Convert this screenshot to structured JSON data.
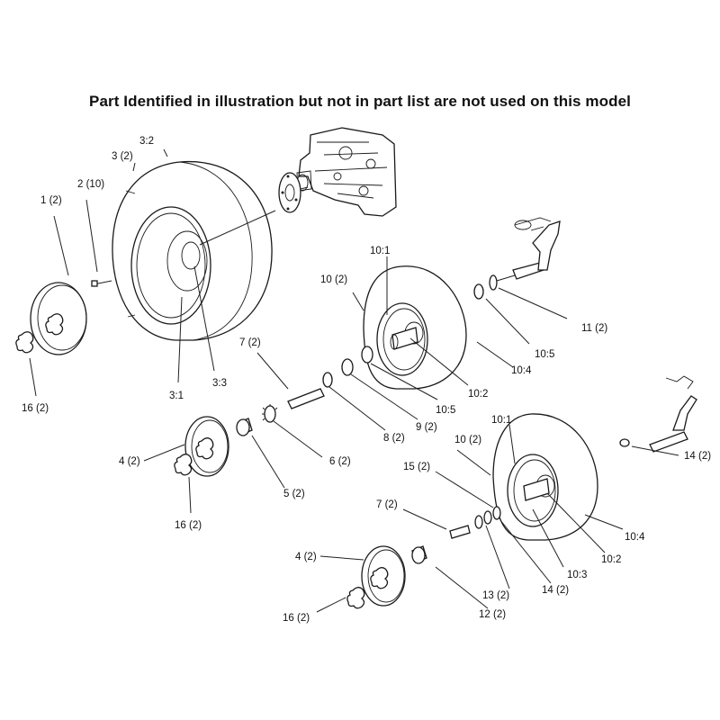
{
  "title": "Part Identified in illustration but not in part list are not used on this model",
  "callouts": [
    {
      "id": "c-3-2",
      "text": "3:2"
    },
    {
      "id": "c-3",
      "text": "3 (2)"
    },
    {
      "id": "c-2",
      "text": "2 (10)"
    },
    {
      "id": "c-1",
      "text": "1 (2)"
    },
    {
      "id": "c-16a",
      "text": "16 (2)"
    },
    {
      "id": "c-3-1",
      "text": "3:1"
    },
    {
      "id": "c-3-3",
      "text": "3:3"
    },
    {
      "id": "c-10-1a",
      "text": "10:1"
    },
    {
      "id": "c-10a",
      "text": "10 (2)"
    },
    {
      "id": "c-11",
      "text": "11 (2)"
    },
    {
      "id": "c-10-5a",
      "text": "10:5"
    },
    {
      "id": "c-10-4a",
      "text": "10:4"
    },
    {
      "id": "c-10-2a",
      "text": "10:2"
    },
    {
      "id": "c-10-5b",
      "text": "10:5"
    },
    {
      "id": "c-7a",
      "text": "7 (2)"
    },
    {
      "id": "c-9",
      "text": "9 (2)"
    },
    {
      "id": "c-8",
      "text": "8 (2)"
    },
    {
      "id": "c-6",
      "text": "6 (2)"
    },
    {
      "id": "c-4a",
      "text": "4 (2)"
    },
    {
      "id": "c-5",
      "text": "5 (2)"
    },
    {
      "id": "c-16b",
      "text": "16 (2)"
    },
    {
      "id": "c-10-1b",
      "text": "10:1"
    },
    {
      "id": "c-10b",
      "text": "10 (2)"
    },
    {
      "id": "c-15",
      "text": "15 (2)"
    },
    {
      "id": "c-14a",
      "text": "14 (2)"
    },
    {
      "id": "c-7b",
      "text": "7 (2)"
    },
    {
      "id": "c-10-4b",
      "text": "10:4"
    },
    {
      "id": "c-10-2b",
      "text": "10:2"
    },
    {
      "id": "c-10-3",
      "text": "10:3"
    },
    {
      "id": "c-14b",
      "text": "14 (2)"
    },
    {
      "id": "c-13",
      "text": "13 (2)"
    },
    {
      "id": "c-4b",
      "text": "4 (2)"
    },
    {
      "id": "c-12",
      "text": "12 (2)"
    },
    {
      "id": "c-16c",
      "text": "16 (2)"
    }
  ]
}
